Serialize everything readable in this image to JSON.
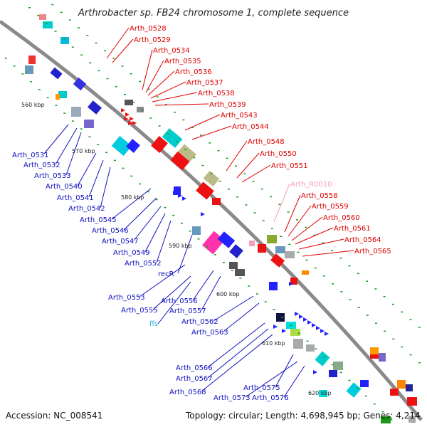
{
  "title": "Arthrobacter sp. FB24 chromosome 1, complete sequence",
  "footer": {
    "accession": "Accession: NC_008541",
    "summary": "Topology: circular; Length: 4,698,945 bp; Genes: 4,214"
  },
  "colors": {
    "upper_labels": "#e00000",
    "lower_labels": "#1010c0",
    "rna_label": "#f4a0b8",
    "ffs_label": "#30b0e0",
    "backbone": "#8a8a8a"
  },
  "kbp_ticks": [
    "560 kbp",
    "570 kbp",
    "580 kbp",
    "590 kbp",
    "600 kbp",
    "610 kbp",
    "620 kbp"
  ],
  "upper_labels": [
    "Arth_0528",
    "Arth_0529",
    "Arth_0534",
    "Arth_0535",
    "Arth_0536",
    "Arth_0537",
    "Arth_0538",
    "Arth_0539",
    "Arth_0543",
    "Arth_0544",
    "Arth_0548",
    "Arth_0550",
    "Arth_0551",
    "Arth_R0010",
    "Arth_0558",
    "Arth_0559",
    "Arth_0560",
    "Arth_0561",
    "Arth_0564",
    "Arth_0565"
  ],
  "lower_labels": [
    "Arth_0531",
    "Arth_0532",
    "Arth_0533",
    "Arth_0540",
    "Arth_0541",
    "Arth_0542",
    "Arth_0545",
    "Arth_0546",
    "Arth_0547",
    "Arth_0549",
    "Arth_0552",
    "recR",
    "Arth_0553",
    "Arth_0556",
    "Arth_0555",
    "Arth_0557",
    "ffs",
    "Arth_0562",
    "Arth_0563",
    "Arth_0566",
    "Arth_0567",
    "Arth_0568",
    "Arth_0575",
    "Arth_0573",
    "Arth_0576"
  ]
}
